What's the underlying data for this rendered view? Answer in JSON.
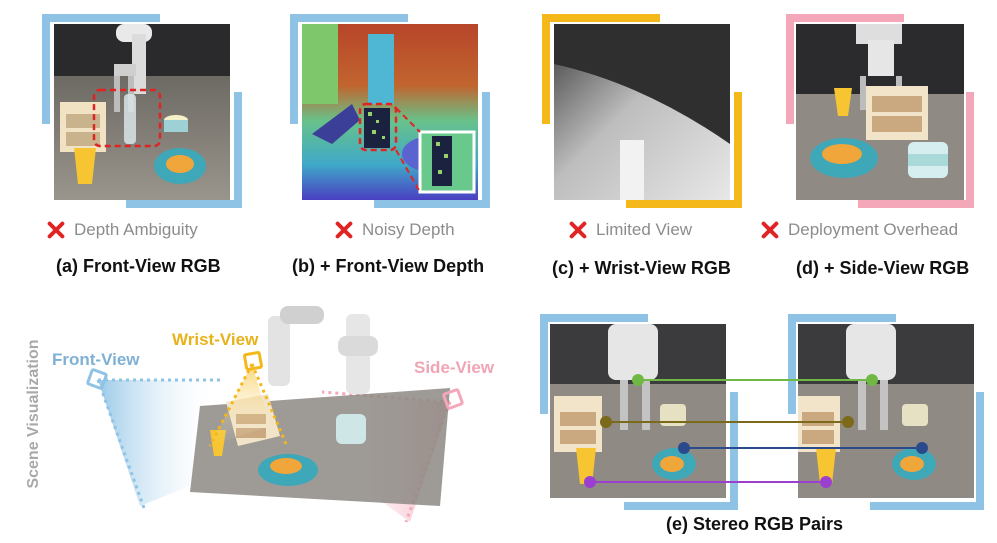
{
  "panels": {
    "a": {
      "issue": "Depth Ambiguity",
      "caption": "(a) Front-View RGB"
    },
    "b": {
      "issue": "Noisy Depth",
      "caption": "(b) + Front-View Depth"
    },
    "c": {
      "issue": "Limited View",
      "caption": "(c) + Wrist-View RGB"
    },
    "d": {
      "issue": "Deployment Overhead",
      "caption": "(d) + Side-View RGB"
    },
    "e": {
      "caption": "(e) Stereo RGB Pairs"
    }
  },
  "scene": {
    "title": "Scene Visualization",
    "front_label": "Front-View",
    "wrist_label": "Wrist-View",
    "side_label": "Side-View"
  },
  "colors": {
    "front": "#8ec3e6",
    "wrist": "#f5b81a",
    "side": "#f4a7b9",
    "error": "#e02424",
    "line_green": "#6fb843",
    "line_olive": "#7a6a1a",
    "line_navy": "#2b4a8c",
    "line_purple": "#9b3fd0"
  },
  "icons": [
    "x-mark-icon",
    "camera-icon"
  ]
}
